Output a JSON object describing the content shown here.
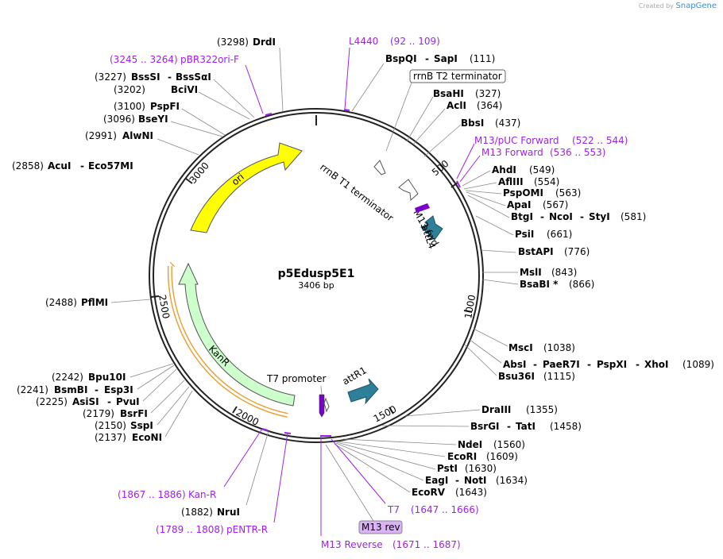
{
  "credit": {
    "text": "Created by",
    "brand": "SnapGene"
  },
  "plasmid": {
    "name": "p5Edusp5E1",
    "length": "3406 bp"
  },
  "ticks": [
    "500",
    "1000",
    "1500",
    "2000",
    "2500",
    "3000"
  ],
  "features": {
    "ori": "ori",
    "kanr": "KanR",
    "attl4": "attL4",
    "attr1": "attR1",
    "m13fwd": "M13 fwd",
    "rrnb_t1": "rrnB T1 terminator",
    "rrnb_t2": "rrnB T2 terminator",
    "t7_promoter": "T7 promoter"
  },
  "sites": {
    "drdi": {
      "name": "DrdI",
      "pos": "(3298)"
    },
    "bspqi": {
      "name": "BspQI",
      "sep": "-",
      "name2": "SapI",
      "pos": "(111)"
    },
    "bsssi": {
      "name": "BssSI",
      "sep": "-",
      "name2": "BssSαI",
      "pos": "(3227)"
    },
    "bcivi": {
      "name": "BciVI",
      "pos": "(3202)"
    },
    "pspfi": {
      "name": "PspFI",
      "pos": "(3100)"
    },
    "bseyi": {
      "name": "BseYI",
      "pos": "(3096)"
    },
    "alwni": {
      "name": "AlwNI",
      "pos": "(2991)"
    },
    "acui": {
      "name": "AcuI",
      "sep": "-",
      "name2": "Eco57MI",
      "pos": "(2858)"
    },
    "bsahi": {
      "name": "BsaHI",
      "pos": "(327)"
    },
    "acli": {
      "name": "AclI",
      "pos": "(364)"
    },
    "bbsi": {
      "name": "BbsI",
      "pos": "(437)"
    },
    "ahdi": {
      "name": "AhdI",
      "pos": "(549)"
    },
    "aflii": {
      "name": "AflIII",
      "pos": "(554)"
    },
    "pspomi": {
      "name": "PspOMI",
      "pos": "(563)"
    },
    "apai": {
      "name": "ApaI",
      "pos": "(567)"
    },
    "btgi": {
      "name": "BtgI",
      "sep": "-",
      "name2": "NcoI",
      "sep2": "-",
      "name3": "StyI",
      "pos": "(581)"
    },
    "psii": {
      "name": "PsiI",
      "pos": "(661)"
    },
    "bstapi": {
      "name": "BstAPI",
      "pos": "(776)"
    },
    "msli": {
      "name": "MslI",
      "pos": "(843)"
    },
    "bsabi": {
      "name": "BsaBI *",
      "pos": "(866)"
    },
    "pflmi": {
      "name": "PflMI",
      "pos": "(2488)"
    },
    "msci": {
      "name": "MscI",
      "pos": "(1038)"
    },
    "absi": {
      "name": "AbsI",
      "sep": "-",
      "name2": "PaeR7I",
      "sep2": "-",
      "name3": "PspXI",
      "sep3": "-",
      "name4": "XhoI",
      "pos": "(1089)"
    },
    "bsu36i": {
      "name": "Bsu36I",
      "pos": "(1115)"
    },
    "bpu10i": {
      "name": "Bpu10I",
      "pos": "(2242)"
    },
    "bsmbi": {
      "name": "BsmBI",
      "sep": "-",
      "name2": "Esp3I",
      "pos": "(2241)"
    },
    "asisi": {
      "name": "AsiSI",
      "sep": "-",
      "name2": "PvuI",
      "pos": "(2225)"
    },
    "bsrfi": {
      "name": "BsrFI",
      "pos": "(2179)"
    },
    "sspi": {
      "name": "SspI",
      "pos": "(2150)"
    },
    "econi": {
      "name": "EcoNI",
      "pos": "(2137)"
    },
    "draiii": {
      "name": "DraIII",
      "pos": "(1355)"
    },
    "bsrgi": {
      "name": "BsrGI",
      "sep": "-",
      "name2": "TatI",
      "pos": "(1458)"
    },
    "ndei": {
      "name": "NdeI",
      "pos": "(1560)"
    },
    "ecori": {
      "name": "EcoRI",
      "pos": "(1609)"
    },
    "psti": {
      "name": "PstI",
      "pos": "(1630)"
    },
    "eagi": {
      "name": "EagI",
      "sep": "-",
      "name2": "NotI",
      "pos": "(1634)"
    },
    "ecorv": {
      "name": "EcoRV",
      "pos": "(1643)"
    },
    "nrui": {
      "name": "NruI",
      "pos": "(1882)"
    }
  },
  "primers": {
    "l4440": {
      "name": "L4440",
      "range": "(92 .. 109)"
    },
    "pbr322": {
      "range": "(3245 .. 3264)",
      "name": "pBR322ori-F"
    },
    "m13puc": {
      "name": "M13/pUC Forward",
      "range": "(522 .. 544)"
    },
    "m13f": {
      "name": "M13 Forward",
      "range": "(536 .. 553)"
    },
    "kanr_p": {
      "range": "(1867 .. 1886)",
      "name": "Kan-R"
    },
    "pentr": {
      "range": "(1789 .. 1808)",
      "name": "pENTR-R"
    },
    "t7": {
      "name": "T7",
      "range": "(1647 .. 1666)"
    },
    "m13rev_box": "M13 rev",
    "m13rev": {
      "name": "M13 Reverse",
      "range": "(1671 .. 1687)"
    }
  },
  "colors": {
    "ori": "#ffff00",
    "kanr": "#ccffcc",
    "kanr_outline": "#e8a33a",
    "att": "#2e7f99",
    "primer": "#a020f0",
    "primer_box": "#dab3f5"
  }
}
